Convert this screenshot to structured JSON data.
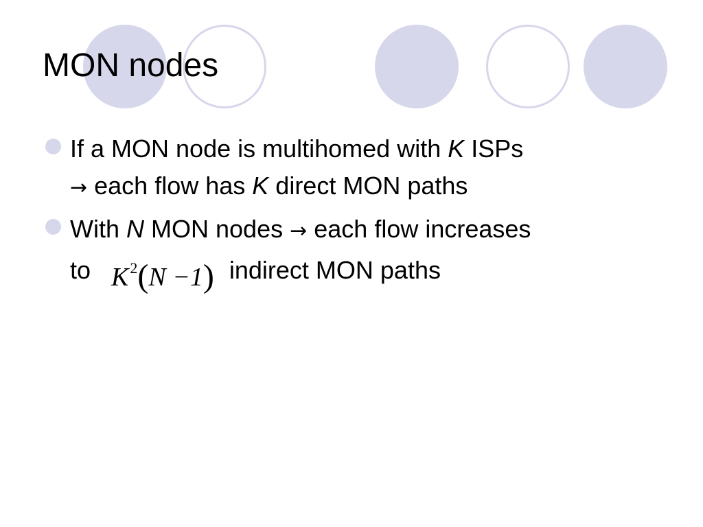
{
  "slide": {
    "title": "MON nodes",
    "bullets": [
      {
        "l1_a": "If a MON node is multihomed with ",
        "l1_k": "K",
        "l1_b": " ISPs",
        "l2_arrow": "→",
        "l2_a": " each flow has ",
        "l2_k": "K",
        "l2_b": " direct MON paths"
      },
      {
        "l1_a": "With ",
        "l1_n": "N",
        "l1_b": " MON nodes ",
        "l1_arrow": "→",
        "l1_c": " each flow increases",
        "l2_a": "to",
        "formula": {
          "base": "K",
          "exp": "2",
          "open": "(",
          "inner": "N −1",
          "close": ")"
        },
        "l2_b": "indirect MON paths"
      }
    ]
  },
  "decor": {
    "circles": [
      "filled",
      "outline",
      "filled",
      "outline",
      "filled"
    ],
    "accent_color": "#d7d7ec"
  }
}
